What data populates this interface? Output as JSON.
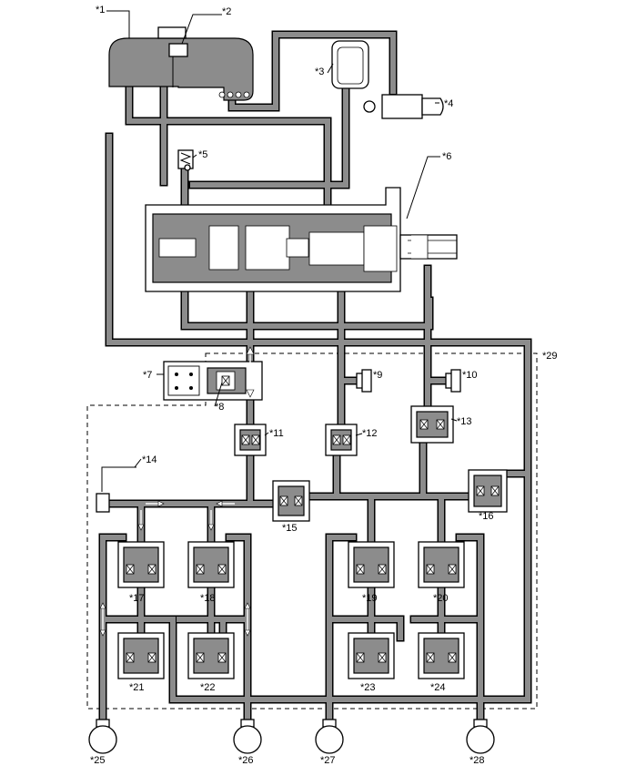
{
  "labels": {
    "l1": "*1",
    "l2": "*2",
    "l3": "*3",
    "l4": "*4",
    "l5": "*5",
    "l6": "*6",
    "l7": "*7",
    "l8": "*8",
    "l9": "*9",
    "l10": "*10",
    "l11": "*11",
    "l12": "*12",
    "l13": "*13",
    "l14": "*14",
    "l15": "*15",
    "l16": "*16",
    "l17": "*17",
    "l18": "*18",
    "l19": "*19",
    "l20": "*20",
    "l21": "*21",
    "l22": "*22",
    "l23": "*23",
    "l24": "*24",
    "l25": "*25",
    "l26": "*26",
    "l27": "*27",
    "l28": "*28",
    "l29": "*29"
  },
  "colors": {
    "pipe_fill": "#8c8c8c",
    "outline": "#000000",
    "background": "#ffffff"
  }
}
